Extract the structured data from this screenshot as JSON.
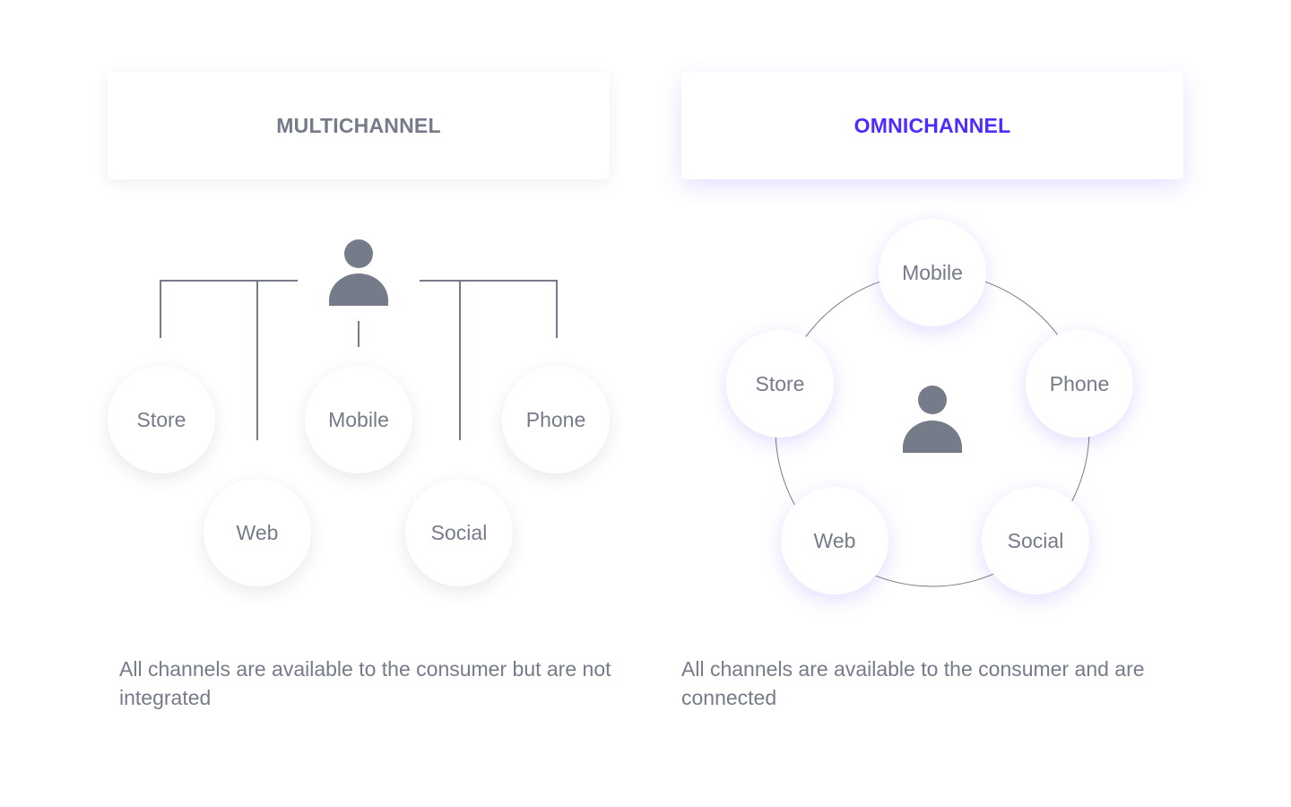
{
  "multichannel": {
    "title": "MULTICHANNEL",
    "channels": [
      "Store",
      "Web",
      "Mobile",
      "Social",
      "Phone"
    ],
    "caption": "All channels are available to the consumer but are not integrated"
  },
  "omnichannel": {
    "title": "OMNICHANNEL",
    "channels": [
      "Mobile",
      "Store",
      "Phone",
      "Web",
      "Social"
    ],
    "caption": "All channels are available to the consumer and are connected"
  },
  "colors": {
    "accent": "#4f2bff",
    "gray": "#757b88"
  },
  "icons": {
    "consumer": "person-icon"
  }
}
